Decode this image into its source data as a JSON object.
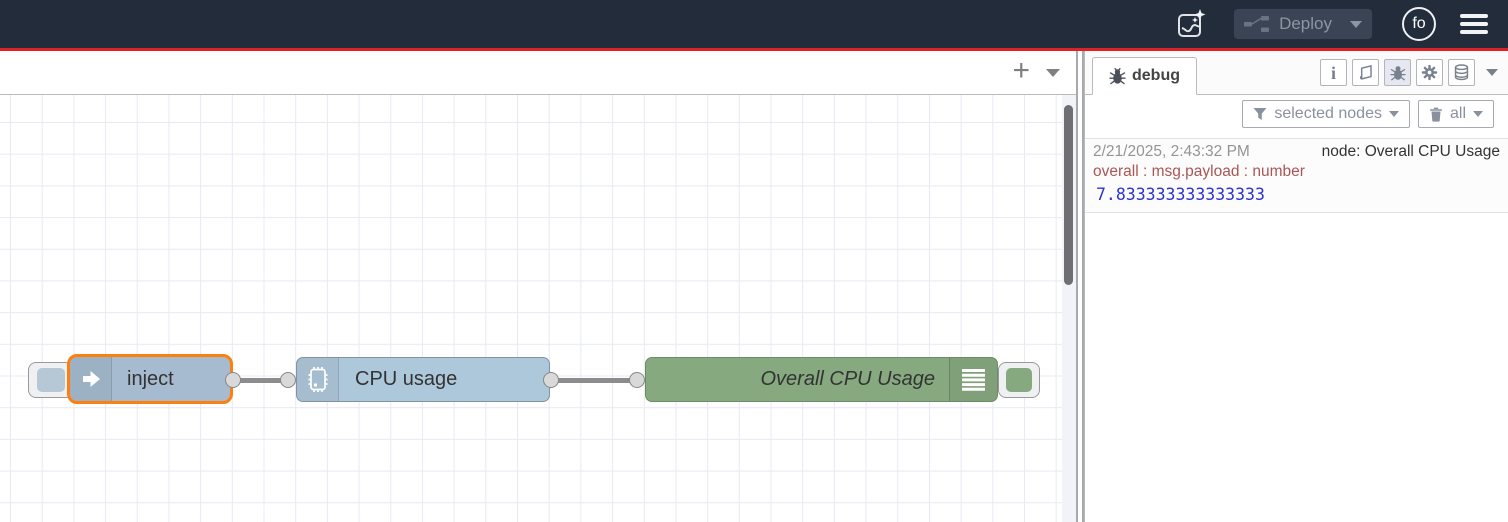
{
  "header": {
    "deploy": {
      "label": "Deploy"
    },
    "avatar": {
      "label": "fo"
    }
  },
  "workspace": {
    "tabbar": {
      "add_label": "+"
    }
  },
  "flow": {
    "inject_node": {
      "label": "inject"
    },
    "cpu_node": {
      "label": "CPU usage"
    },
    "debug_node": {
      "label": "Overall CPU Usage"
    }
  },
  "sidebar": {
    "tab": {
      "label": "debug"
    },
    "filter": {
      "label": "selected nodes"
    },
    "clear": {
      "label": "all"
    },
    "messages": [
      {
        "timestamp": "2/21/2025, 2:43:32 PM",
        "node": "node: Overall CPU Usage",
        "property": "overall : msg.payload : number",
        "value": "7.833333333333333"
      }
    ]
  },
  "colors": {
    "header_bg": "#222c3a",
    "accent_red": "#dd2126",
    "inject_fill": "#a6bbcf",
    "cpu_fill": "#aec8db",
    "debug_fill": "#87a980",
    "selection_orange": "#ff7f0e",
    "debug_number_blue": "#2c33cf",
    "debug_property_red": "#aa5656"
  }
}
